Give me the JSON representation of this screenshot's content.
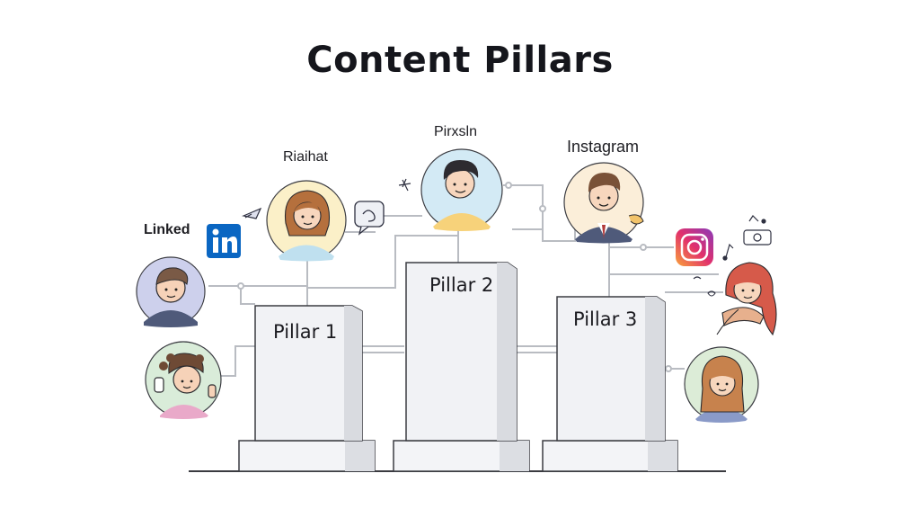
{
  "diagram": {
    "title": "Content Pillars",
    "pillars": [
      {
        "label": "Pillar 1"
      },
      {
        "label": "Pillar 2"
      },
      {
        "label": "Pillar 3"
      }
    ],
    "channel_labels": {
      "linked": "Linked",
      "riaihat": "Riaihat",
      "pirxsln": "Pirxsln",
      "instagram": "Instagram"
    },
    "icons": {
      "linkedin": "linkedin-logo-icon",
      "instagram": "instagram-logo-icon",
      "chat": "chat-bubble-icon"
    },
    "colors": {
      "linkedin_blue": "#0a66c2",
      "instagram_gradient_start": "#f9a23a",
      "instagram_gradient_end": "#c1368f",
      "connector": "#b9bcc2",
      "pillar_face": "#f1f2f5",
      "pillar_side": "#d9dbe0"
    }
  }
}
